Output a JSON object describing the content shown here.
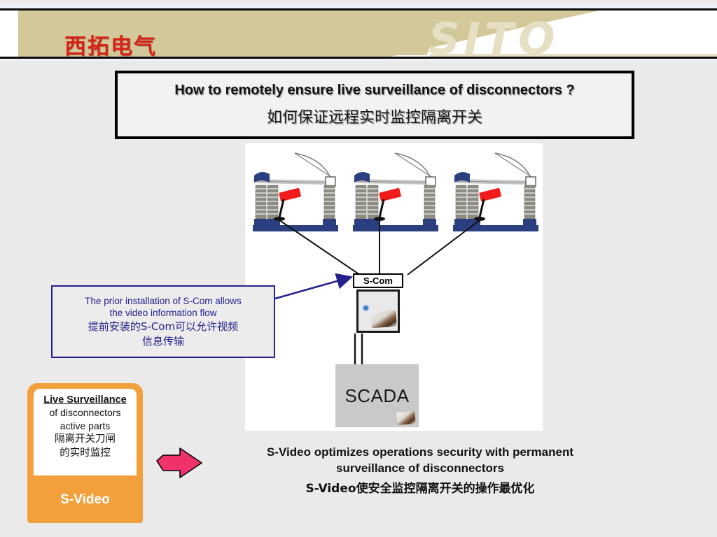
{
  "header": {
    "logo_cn": "西拓电气",
    "logo_en": "SITO"
  },
  "title": {
    "line_en": "How to remotely ensure live surveillance of disconnectors ?",
    "line_cn": "如何保证远程实时监控隔离开关"
  },
  "diagram": {
    "scom_label": "S-Com",
    "scada_label": "SCADA",
    "disconnector_count": 3,
    "colors": {
      "frame_navy": "#2a3e80",
      "insulator_gray": "#8c8c84",
      "camera_red": "#f21b1b",
      "scada_gray": "#c9c9c9"
    }
  },
  "callout": {
    "line1_en": "The prior installation of S-Com allows",
    "line2_en": "the video information flow",
    "line1_cn": "提前安装的S-Com可以允许视频",
    "line2_cn": "信息传输",
    "border_color": "#26218c"
  },
  "left_card": {
    "title": "Live Surveillance",
    "sub_line1": "of disconnectors",
    "sub_line2": "active parts",
    "cn_line1": "隔离开关刀闸",
    "cn_line2": "的实时监控",
    "footer": "S-Video",
    "accent_color": "#f2a03c"
  },
  "caption": {
    "line1_en": "S-Video optimizes operations security with permanent",
    "line2_en": "surveillance of disconnectors",
    "line_cn": "S-Video使安全监控隔离开关的操作最优化"
  },
  "arrow": {
    "color": "#f0326a"
  }
}
